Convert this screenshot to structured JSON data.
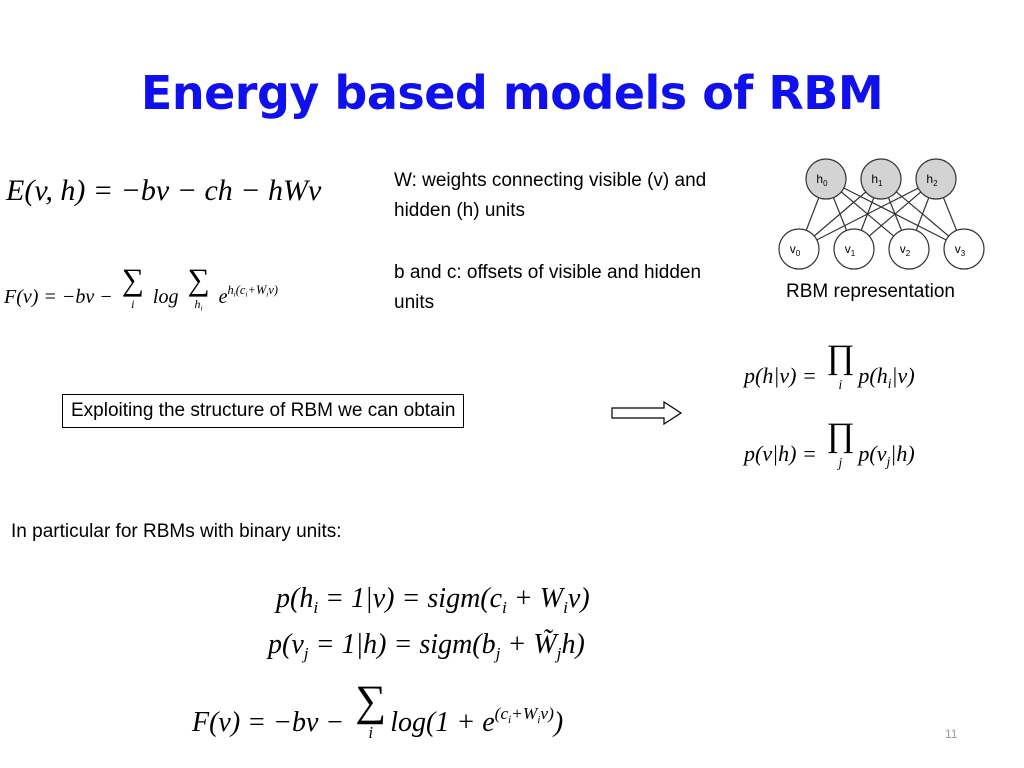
{
  "slide": {
    "title": "Energy based models of RBM",
    "title_color": "#1010ee",
    "page_number": "11"
  },
  "equations": {
    "energy": {
      "lhs": "E(v, h)",
      "rhs": "= −bv − ch − hWv"
    },
    "free_energy": {
      "lhs": "F(v) = −bv −",
      "sum_i": "∑",
      "sum_i_index": "i",
      "log": "log",
      "sum_h": "∑",
      "sum_h_index": "h",
      "sum_h_sub": "i",
      "exp_base": "e",
      "exponent": "h",
      "exponent_sub": "i",
      "exponent_rest": "(c",
      "exponent_c_sub": "i",
      "exponent_plus": "+W",
      "exponent_w_sub": "i",
      "exponent_end": "v)"
    },
    "p_h_given_v": {
      "lhs": "p(h|v) =",
      "prod": "∏",
      "prod_index": "i",
      "rhs": "p(h",
      "rhs_sub": "i",
      "rhs_end": "|v)"
    },
    "p_v_given_h": {
      "lhs": "p(v|h) =",
      "prod": "∏",
      "prod_index": "j",
      "rhs": "p(v",
      "rhs_sub": "j",
      "rhs_end": "|h)"
    },
    "p_hi": {
      "a": "p(h",
      "a_sub": "i",
      "b": " = 1|v) = sigm(c",
      "b_sub": "i",
      "c": " + W",
      "c_sub": "i",
      "d": "v)"
    },
    "p_vj": {
      "a": "p(v",
      "a_sub": "j",
      "b": " = 1|h) = sigm(b",
      "b_sub": "j",
      "c": " + W̃",
      "c_sub": "j",
      "d": "h)"
    },
    "free_binary": {
      "a": "F(v) = −bv −",
      "sum": "∑",
      "sum_index": "i",
      "b": "log(1 + e",
      "exp_a": "(c",
      "exp_a_sub": "i",
      "exp_b": "+W",
      "exp_b_sub": "i",
      "exp_c": "v)",
      "c": ")"
    }
  },
  "notes": {
    "w_desc": "W: weights connecting visible (v) and hidden (h) units",
    "bc_desc": "b and c: offsets of visible and hidden units"
  },
  "box_text": "Exploiting the structure of RBM we can obtain",
  "binary_heading": "In particular for RBMs with binary units:",
  "rbm": {
    "caption": "RBM representation",
    "hidden": [
      {
        "base": "h",
        "sub": "0"
      },
      {
        "base": "h",
        "sub": "1"
      },
      {
        "base": "h",
        "sub": "2"
      }
    ],
    "visible": [
      {
        "base": "v",
        "sub": "0"
      },
      {
        "base": "v",
        "sub": "1"
      },
      {
        "base": "v",
        "sub": "2"
      },
      {
        "base": "v",
        "sub": "3"
      }
    ],
    "hidden_fill": "#d3d3d3",
    "visible_fill": "#ffffff"
  }
}
